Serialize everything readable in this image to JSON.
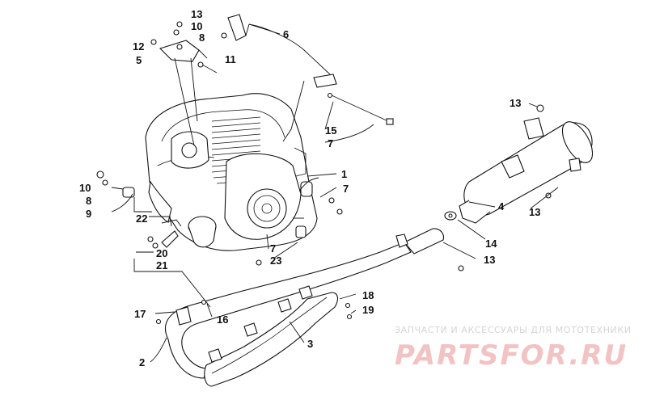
{
  "watermark": {
    "caption": "ЗАПЧАСТИ И АКСЕССУАРЫ ДЛЯ МОТОТЕХНИКИ",
    "logo_text": "PARTSFOR.RU",
    "color": "#f3c3c3"
  },
  "callouts": {
    "c1": "1",
    "c2": "2",
    "c3": "3",
    "c4": "4",
    "c5": "5",
    "c6": "6",
    "c7a": "7",
    "c7b": "7",
    "c7c": "7",
    "c8a": "8",
    "c8b": "8",
    "c9": "9",
    "c10a": "10",
    "c10b": "10",
    "c11": "11",
    "c12": "12",
    "c13a": "13",
    "c13b": "13",
    "c13c": "13",
    "c13d": "13",
    "c14": "14",
    "c15": "15",
    "c16": "16",
    "c17": "17",
    "c18": "18",
    "c19": "19",
    "c20": "20",
    "c21": "21",
    "c22": "22",
    "c23": "23"
  }
}
